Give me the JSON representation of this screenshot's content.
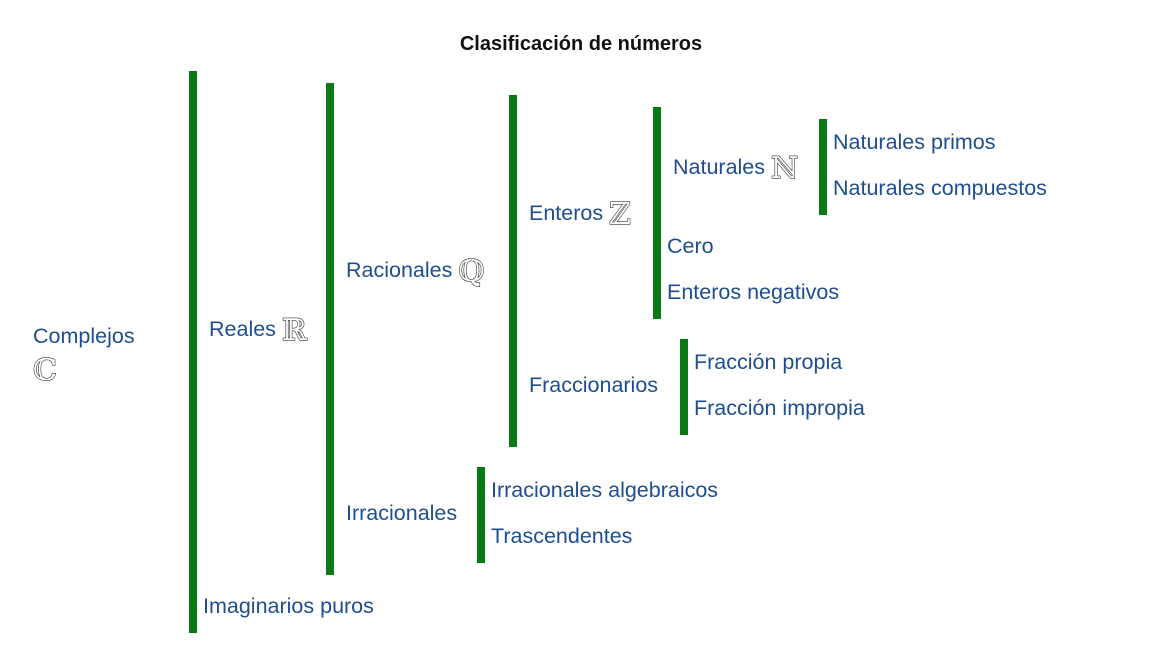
{
  "title": "Clasificación de números",
  "accent_color": "#0a7a14",
  "label_color": "#1f4e8f",
  "nodes": {
    "complejos": {
      "label": "Complejos",
      "symbol": "ℂ"
    },
    "reales": {
      "label": "Reales",
      "symbol": "ℝ"
    },
    "imaginarios": {
      "label": "Imaginarios puros"
    },
    "racionales": {
      "label": "Racionales",
      "symbol": "ℚ"
    },
    "irracionales": {
      "label": "Irracionales"
    },
    "enteros": {
      "label": "Enteros",
      "symbol": "ℤ"
    },
    "fraccionarios": {
      "label": "Fraccionarios"
    },
    "naturales": {
      "label": "Naturales",
      "symbol": "ℕ"
    },
    "cero": {
      "label": "Cero"
    },
    "enteros_negativos": {
      "label": "Enteros negativos"
    },
    "naturales_primos": {
      "label": "Naturales primos"
    },
    "naturales_compuestos": {
      "label": "Naturales compuestos"
    },
    "fraccion_propia": {
      "label": "Fracción propia"
    },
    "fraccion_impropia": {
      "label": "Fracción impropia"
    },
    "irracionales_algebraicos": {
      "label": "Irracionales algebraicos"
    },
    "trascendentes": {
      "label": "Trascendentes"
    }
  }
}
